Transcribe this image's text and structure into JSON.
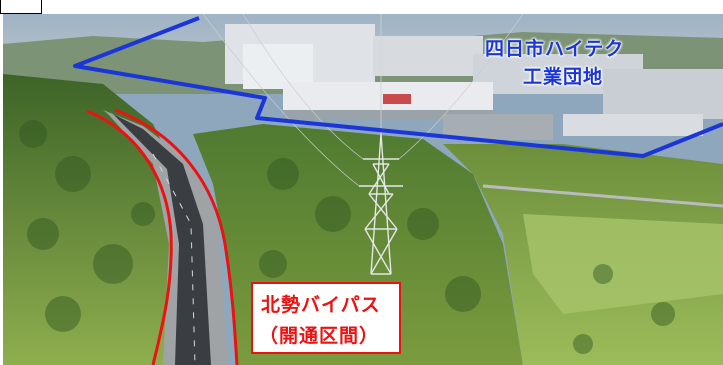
{
  "image": {
    "description_labels": {
      "industrial_park_line1": "四日市ハイテク",
      "industrial_park_line2": "工業団地",
      "bypass_line1": "北勢バイパス",
      "bypass_line2": "（開通区間）"
    },
    "colors": {
      "blue_outline": "#1a36d8",
      "red_outline": "#ee1111",
      "forest_dark": "#3f6b2a",
      "forest_light": "#7ea24a",
      "road": "#3a3d42",
      "sky": "#8fa7bd"
    }
  }
}
